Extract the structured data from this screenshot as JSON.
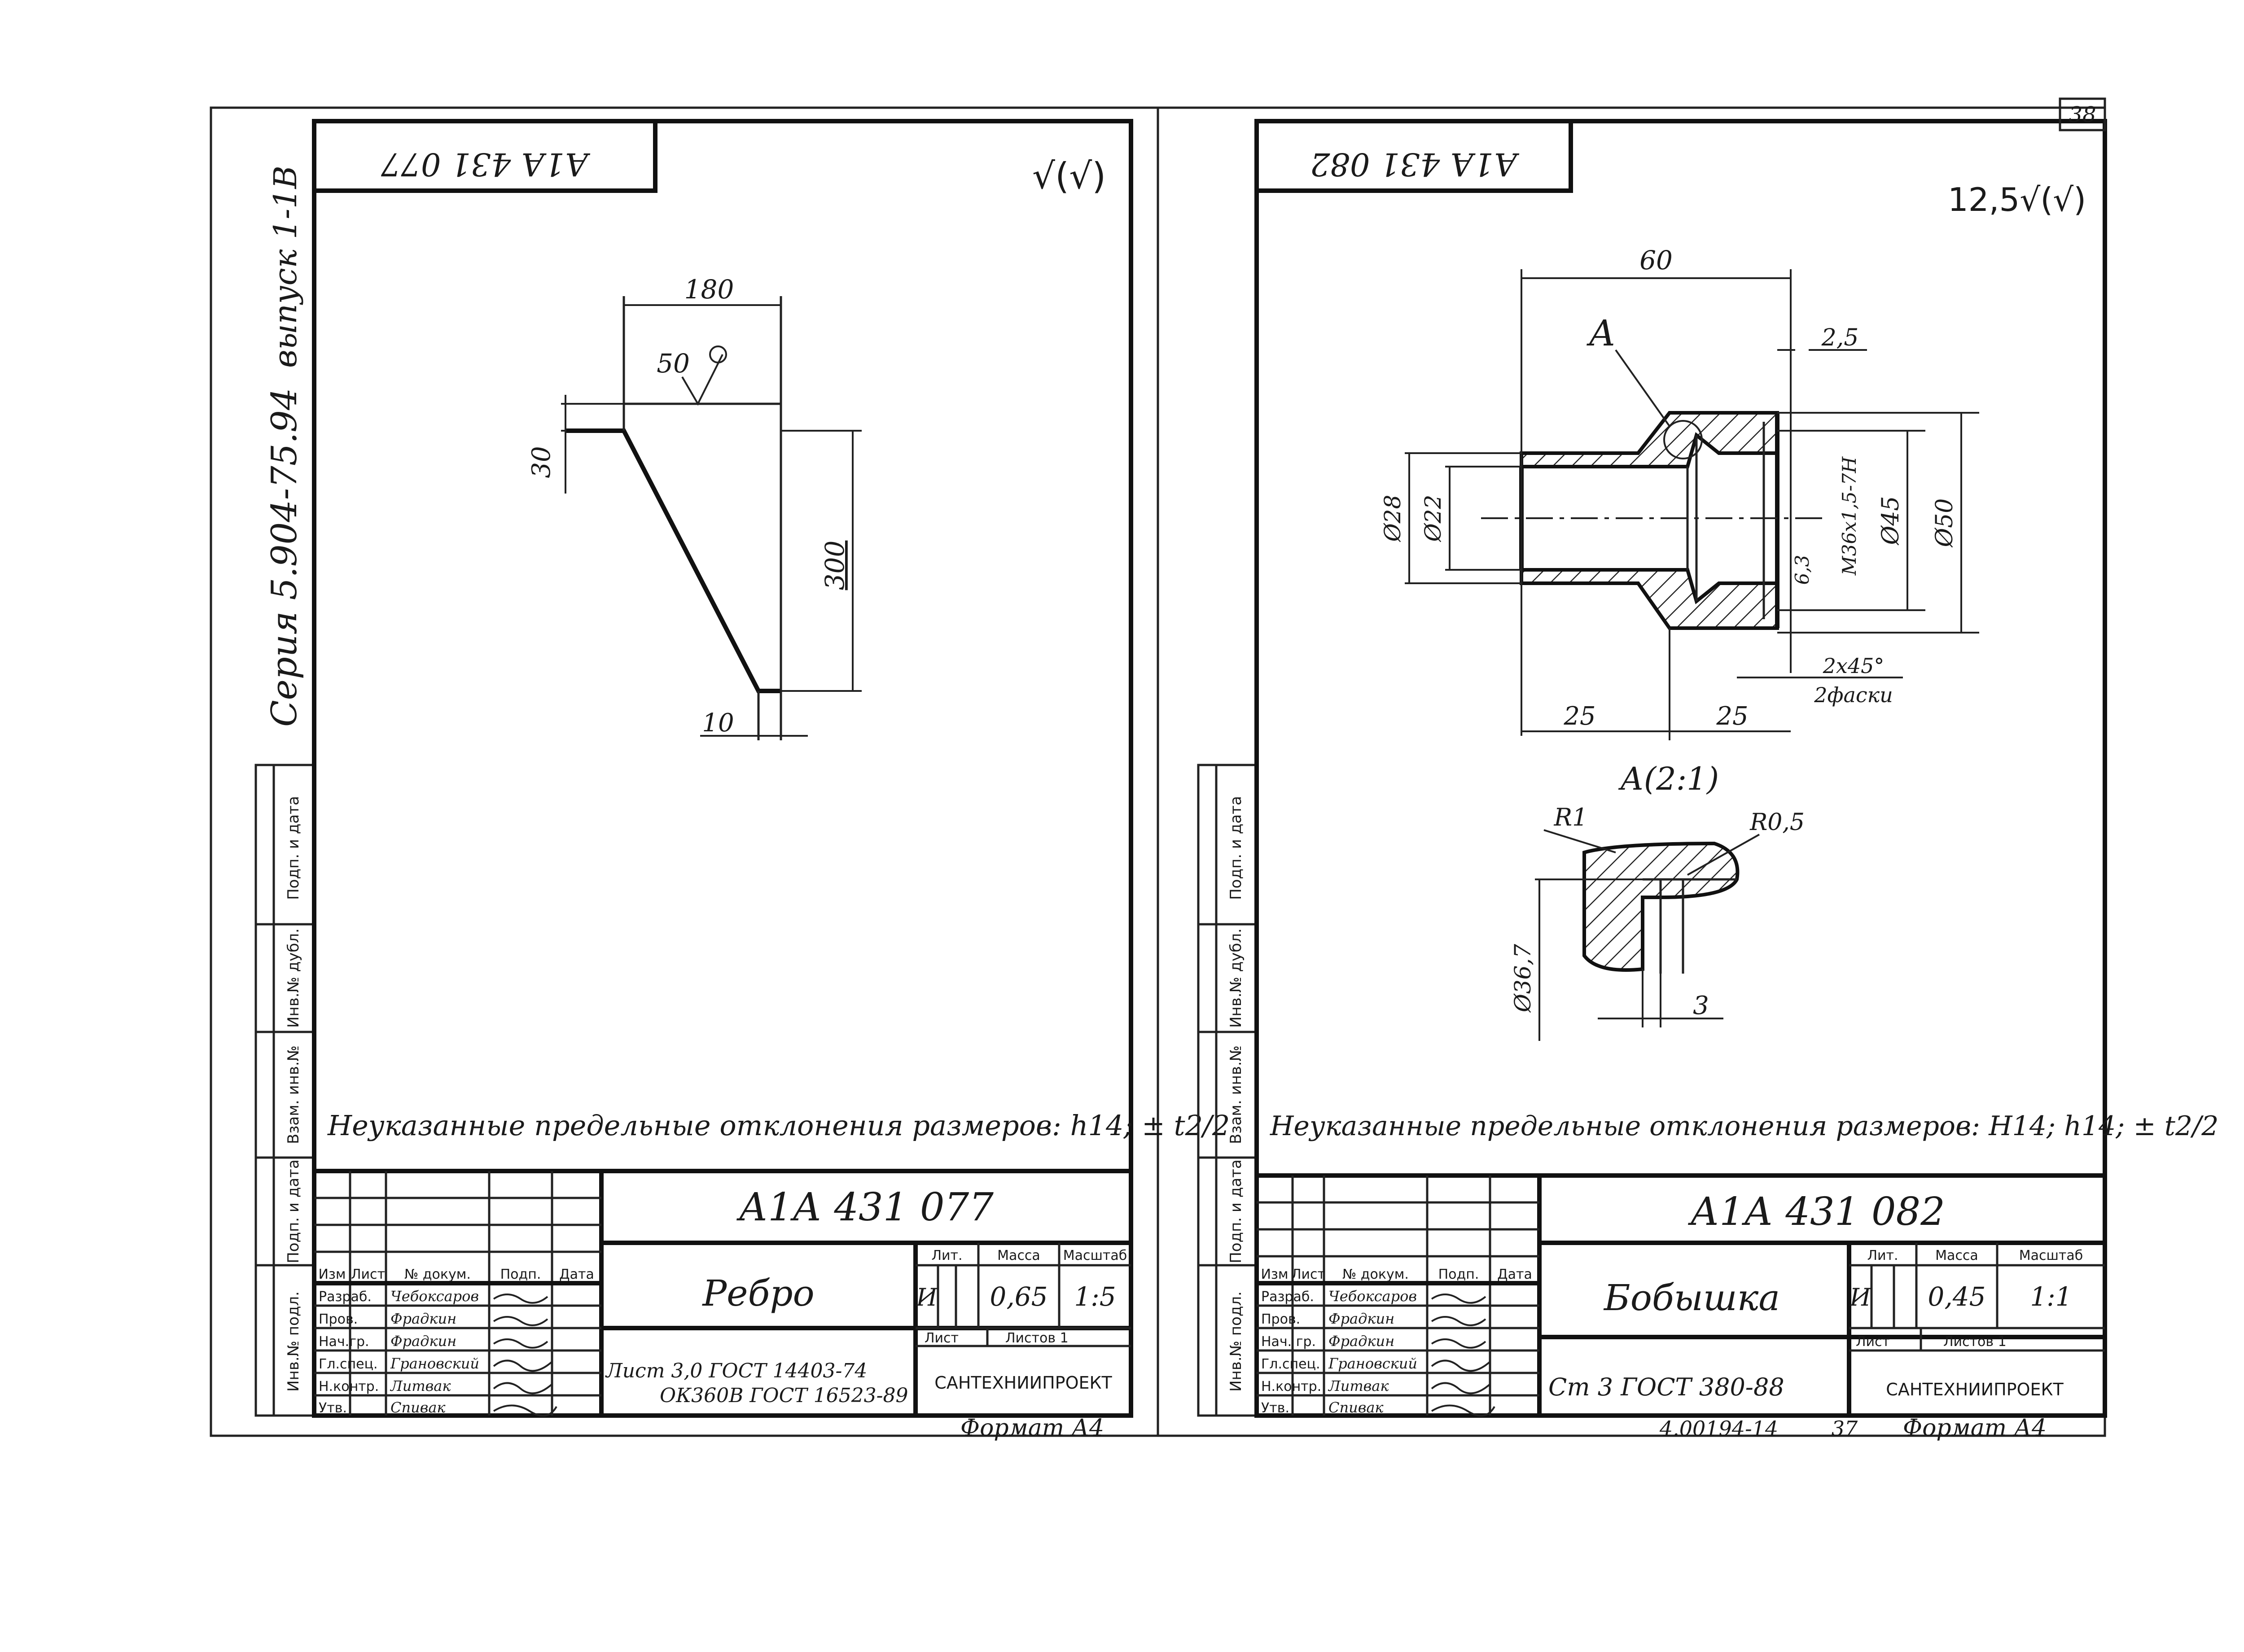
{
  "left": {
    "stamp": "А1А 431 077",
    "roughness": "√(√)",
    "series": "Серия 5.904-75.94",
    "issue": "выпуск 1-1В",
    "dims": {
      "d180": "180",
      "d50": "50",
      "d30": "30",
      "d300": "300",
      "d10": "10"
    },
    "note": "Неуказанные предельные отклонения размеров: h14; ± t2/2",
    "title_block": {
      "doc_number": "А1А 431 077",
      "part_name": "Ребро",
      "lit_header": "Лит.",
      "mass_header": "Масса",
      "scale_header": "Масштаб",
      "lit": "И",
      "mass": "0,65",
      "scale": "1:5",
      "sheet_label": "Лист",
      "sheets_label": "Листов 1",
      "material_line1": "Лист 3,0 ГОСТ 14403-74",
      "material_line2": "ОК360В ГОСТ 16523-89",
      "org": "САНТЕХНИИПРОЕКТ",
      "col_izm": "Изм",
      "col_list": "Лист",
      "col_doc": "№ докум.",
      "col_sign": "Подп.",
      "col_date": "Дата",
      "roles": [
        "Разраб.",
        "Пров.",
        "Нач.гр.",
        "Гл.спец.",
        "Н.контр.",
        "Утв."
      ],
      "names": [
        "Чебоксаров",
        "Фрадкин",
        "Фрадкин",
        "Грановский",
        "Литвак",
        "Спивак"
      ]
    },
    "format": "Формат А4"
  },
  "right": {
    "stamp": "А1А 431 082",
    "roughness": "12,5√(√)",
    "sheet_number": "38",
    "dims": {
      "d60": "60",
      "a_label": "А",
      "d2_5": "2,5",
      "dia28": "Ø28",
      "dia22": "Ø22",
      "thread": "M36x1,5-7H",
      "d6_3": "6,3",
      "dia45": "Ø45",
      "dia50": "Ø50",
      "chamfer1": "2х45°",
      "chamfer2": "2фаски",
      "d25a": "25",
      "d25b": "25"
    },
    "detail": {
      "title": "А(2:1)",
      "r1": "R1",
      "r05": "R0,5",
      "dia367": "Ø36,7",
      "d3": "3"
    },
    "note": "Неуказанные предельные отклонения размеров: H14; h14; ± t2/2",
    "title_block": {
      "doc_number": "А1А 431 082",
      "part_name": "Бобышка",
      "lit_header": "Лит.",
      "mass_header": "Масса",
      "scale_header": "Масштаб",
      "lit": "И",
      "mass": "0,45",
      "scale": "1:1",
      "sheet_label": "Лист",
      "sheets_label": "Листов 1",
      "material_line1": "Ст 3 ГОСТ 380-88",
      "org": "САНТЕХНИИПРОЕКТ",
      "col_izm": "Изм",
      "col_list": "Лист",
      "col_doc": "№ докум.",
      "col_sign": "Подп.",
      "col_date": "Дата",
      "roles": [
        "Разраб.",
        "Пров.",
        "Нач. гр.",
        "Гл.спец.",
        "Н.контр.",
        "Утв."
      ],
      "names": [
        "Чебоксаров",
        "Фрадкин",
        "Фрадкин",
        "Грановский",
        "Литвак",
        "Спивак"
      ]
    },
    "bottom_code": "4.00194-14",
    "bottom_num": "37",
    "format": "Формат А4"
  },
  "side_labels": [
    "Подп. и дата",
    "Инв.№ дубл.",
    "Взам. инв.№",
    "Подп. и дата",
    "Инв.№ подл."
  ]
}
